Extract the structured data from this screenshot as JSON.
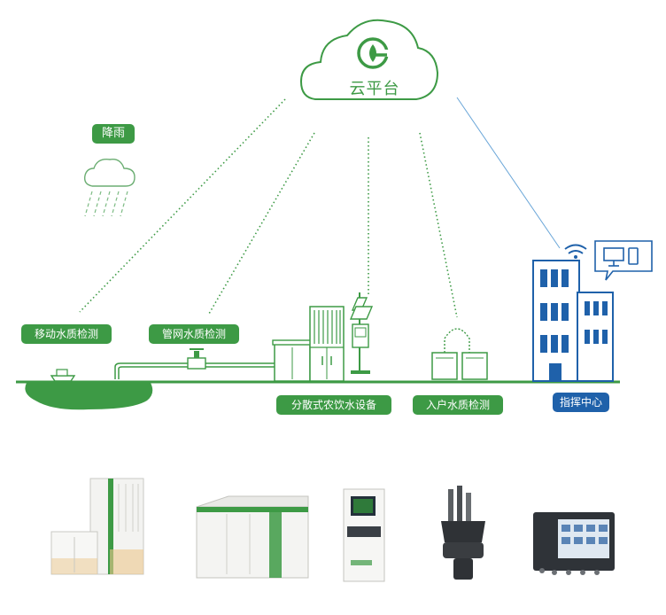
{
  "cloud": {
    "label": "云平台",
    "icon": "cloud-platform-logo-icon"
  },
  "rain": {
    "label": "降雨",
    "icon": "rain-cloud-icon"
  },
  "stations": {
    "mobile": "移动水质检测",
    "pipe": "管网水质检测",
    "rural": "分散式农饮水设备",
    "household": "入户水质检测",
    "command": "指挥中心"
  },
  "colors": {
    "green": "#3d9a45",
    "blue": "#1f61aa",
    "link_green": "#3d9a45",
    "link_blue": "#6aa6d8"
  },
  "products": [
    {
      "icon": "container-treatment-units-icon"
    },
    {
      "icon": "integrated-treatment-cabinet-icon"
    },
    {
      "icon": "water-quality-analyzer-cabinet-icon"
    },
    {
      "icon": "multi-parameter-sensor-probe-icon"
    },
    {
      "icon": "touchscreen-controller-icon"
    }
  ]
}
